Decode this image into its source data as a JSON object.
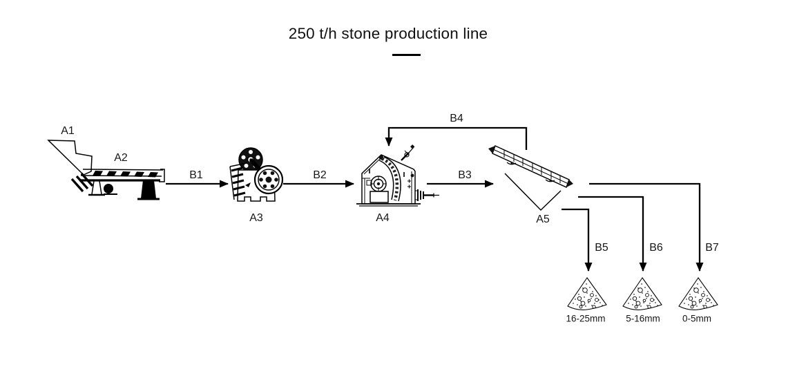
{
  "title": {
    "text": "250 t/h stone production line"
  },
  "machines": {
    "a1": {
      "label": "A1"
    },
    "a2": {
      "label": "A2"
    },
    "a3": {
      "label": "A3"
    },
    "a4": {
      "label": "A4"
    },
    "a5": {
      "label": "A5"
    }
  },
  "flows": {
    "b1": {
      "label": "B1"
    },
    "b2": {
      "label": "B2"
    },
    "b3": {
      "label": "B3"
    },
    "b4": {
      "label": "B4"
    },
    "b5": {
      "label": "B5"
    },
    "b6": {
      "label": "B6"
    },
    "b7": {
      "label": "B7"
    }
  },
  "products": {
    "p1": {
      "label": "16-25mm"
    },
    "p2": {
      "label": "5-16mm"
    },
    "p3": {
      "label": "0-5mm"
    }
  },
  "colors": {
    "background": "#ffffff",
    "line": "#000000",
    "text": "#161616"
  }
}
